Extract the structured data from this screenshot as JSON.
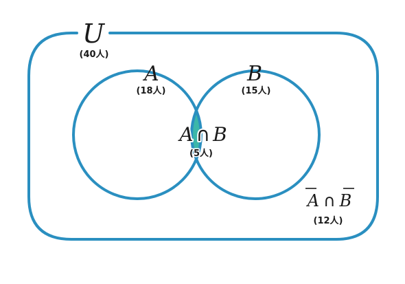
{
  "colors": {
    "stroke": "#2a8fc0",
    "intersection_fill": "#3cb7a9",
    "text": "#1a1a1a",
    "background": "#ffffff"
  },
  "universe": {
    "letter": "U",
    "count": "(40人)"
  },
  "set_a": {
    "letter": "A",
    "count": "(18人)"
  },
  "set_b": {
    "letter": "B",
    "count": "(15人)"
  },
  "intersection": {
    "left_letter": "A",
    "symbol": "∩",
    "right_letter": "B",
    "count": "(5人)"
  },
  "complement": {
    "left_letter": "A",
    "symbol": "∩",
    "right_letter": "B",
    "count": "(12人)"
  }
}
